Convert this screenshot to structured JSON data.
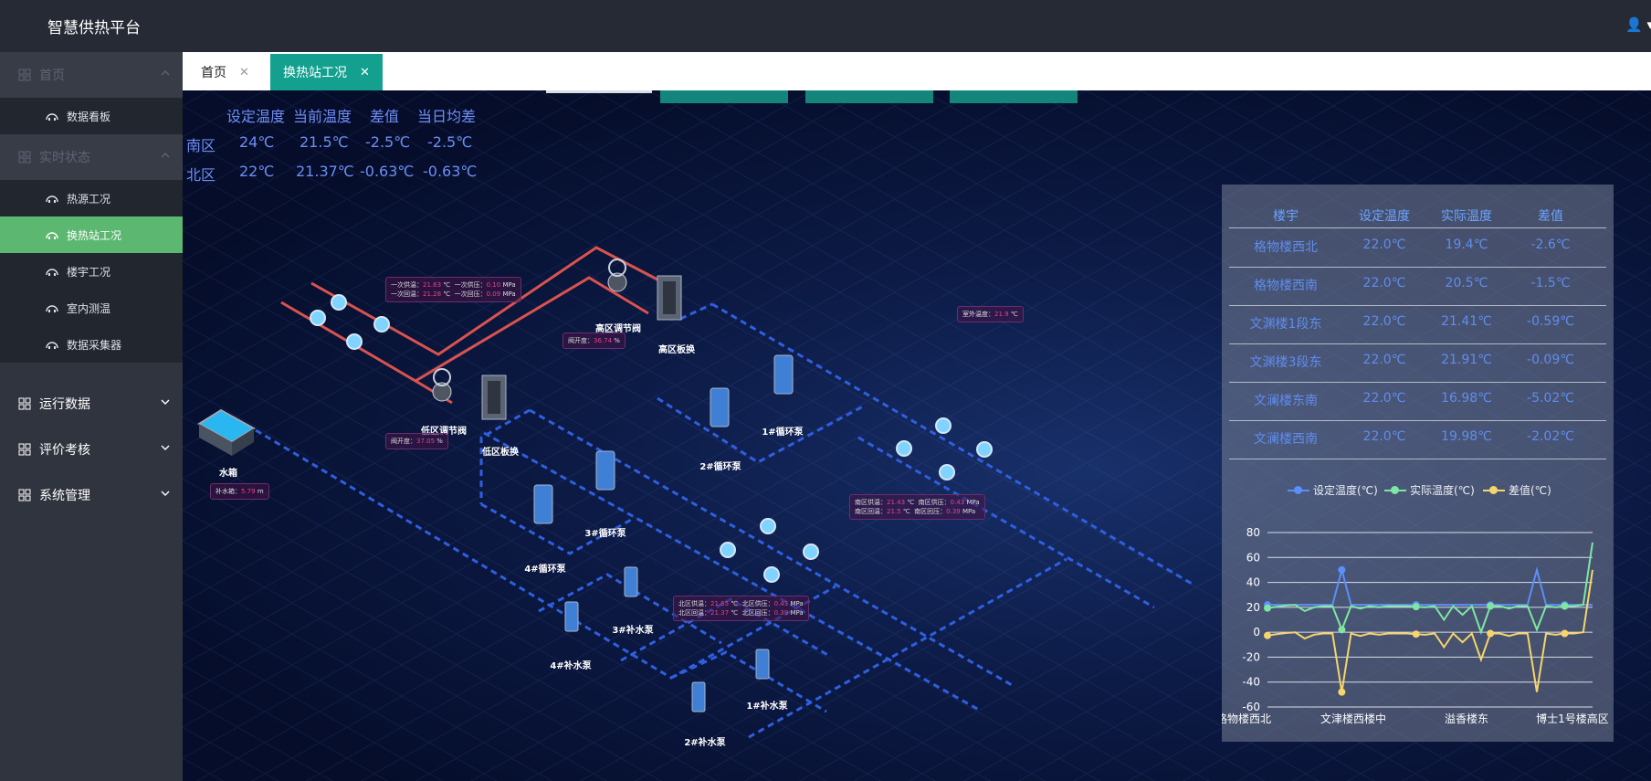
{
  "app": {
    "title": "智慧供热平台",
    "user_glyph": "👤 ▾"
  },
  "sidebar": {
    "home": "首页",
    "home_child": "数据看板",
    "realtime": "实时状态",
    "realtime_children": [
      "热源工况",
      "换热站工况",
      "楼宇工况",
      "室内测温",
      "数据采集器"
    ],
    "groups": [
      "运行数据",
      "评价考核",
      "系统管理"
    ]
  },
  "tabs": [
    {
      "label": "首页"
    },
    {
      "label": "换热站工况"
    }
  ],
  "zone_table": {
    "headers": [
      "设定温度",
      "当前温度",
      "差值",
      "当日均差"
    ],
    "rows": [
      {
        "zone": "南区",
        "set": "24℃",
        "current": "21.5℃",
        "diff": "-2.5℃",
        "avg": "-2.5℃"
      },
      {
        "zone": "北区",
        "set": "22℃",
        "current": "21.37℃",
        "diff": "-0.63℃",
        "avg": "-0.63℃"
      }
    ]
  },
  "diagram": {
    "labels": {
      "tank": "水箱",
      "low_valve": "低区调节阀",
      "low_hx": "低区板换",
      "high_valve": "高区调节阀",
      "high_hx": "高区板换",
      "p1": "1#循环泵",
      "p2": "2#循环泵",
      "p3": "3#循环泵",
      "p4": "4#循环泵",
      "m1": "1#补水泵",
      "m2": "2#补水泵",
      "m3": "3#补水泵",
      "m4": "4#补水泵"
    },
    "primary": {
      "supply_t_label": "一次供温：",
      "supply_t": "21.63",
      "return_t_label": "一次回温：",
      "return_t": "21.28",
      "supply_p_label": "一次供压：",
      "supply_p": "0.10",
      "return_p_label": "一次回压：",
      "return_p": "0.09",
      "t_unit": "℃",
      "p_unit": "MPa"
    },
    "high_valve_open": {
      "label": "阀开度：",
      "value": "36.74",
      "unit": "%"
    },
    "low_valve_open": {
      "label": "阀开度：",
      "value": "37.05",
      "unit": "%"
    },
    "tank_level": {
      "label": "补水箱：",
      "value": "5.79",
      "unit": "m"
    },
    "outdoor": {
      "label": "室外温度：",
      "value": "21.9",
      "unit": "℃"
    },
    "south": {
      "supply_t_label": "南区供温：",
      "supply_t": "21.43",
      "return_t_label": "南区回温：",
      "return_t": "21.5",
      "supply_p_label": "南区供压：",
      "supply_p": "0.43",
      "return_p_label": "南区回压：",
      "return_p": "0.39",
      "t_unit": "℃",
      "p_unit": "MPa"
    },
    "north": {
      "supply_t_label": "北区供温：",
      "supply_t": "21.85",
      "return_t_label": "北区回温：",
      "return_t": "21.37",
      "supply_p_label": "北区供压：",
      "supply_p": "0.43",
      "return_p_label": "北区回压：",
      "return_p": "0.39",
      "t_unit": "℃",
      "p_unit": "MPa"
    }
  },
  "building_table": {
    "headers": [
      "楼宇",
      "设定温度",
      "实际温度",
      "差值"
    ],
    "rows": [
      [
        "格物楼西北",
        "22.0℃",
        "19.4℃",
        "-2.6℃"
      ],
      [
        "格物楼西南",
        "22.0℃",
        "20.5℃",
        "-1.5℃"
      ],
      [
        "文渊楼1段东",
        "22.0℃",
        "21.41℃",
        "-0.59℃"
      ],
      [
        "文渊楼3段东",
        "22.0℃",
        "21.91℃",
        "-0.09℃"
      ],
      [
        "文澜楼东南",
        "22.0℃",
        "16.98℃",
        "-5.02℃"
      ],
      [
        "文澜楼西南",
        "22.0℃",
        "19.98℃",
        "-2.02℃"
      ]
    ]
  },
  "colors": {
    "set": "#5b8ff9",
    "actual": "#7de7a1",
    "diff": "#f6d56b",
    "pipe_supply": "#d9534f",
    "pipe_return": "#2f5fe0",
    "accent": "#5cb870",
    "tab_active": "#13a08f"
  },
  "chart_data": {
    "type": "line",
    "legend": [
      "设定温度(℃)",
      "实际温度(℃)",
      "差值(℃)"
    ],
    "x_tick_labels": [
      "格物楼西北",
      "文津楼西楼中",
      "溢香楼东",
      "博士1号楼高区"
    ],
    "ylim": [
      -60,
      80
    ],
    "yticks": [
      80,
      60,
      40,
      20,
      0,
      -20,
      -40,
      -60
    ],
    "n": 36,
    "series": [
      {
        "name": "设定温度(℃)",
        "values": [
          22,
          22,
          22,
          22,
          22,
          22,
          22,
          22,
          50,
          22,
          22,
          22,
          22,
          22,
          22,
          22,
          22,
          22,
          22,
          22,
          22,
          22,
          22,
          22,
          22,
          22,
          22,
          22,
          22,
          50,
          22,
          22,
          22,
          22,
          22,
          22
        ]
      },
      {
        "name": "实际温度(℃)",
        "values": [
          19.4,
          20.5,
          21.4,
          21.9,
          17,
          20,
          21,
          21,
          2,
          21,
          19,
          21,
          20,
          21,
          21,
          21,
          20.5,
          20,
          21,
          10,
          21,
          14,
          21,
          0,
          21,
          21,
          19,
          21,
          21,
          2,
          21,
          20,
          21,
          21,
          22,
          72
        ]
      },
      {
        "name": "差值(℃)",
        "values": [
          -2.6,
          -1.5,
          -0.6,
          -0.1,
          -5,
          -2,
          -1,
          -1,
          -48,
          -1,
          -3,
          -1,
          -2,
          -1,
          -1,
          -1,
          -1.5,
          -2,
          -1,
          -12,
          -1,
          -8,
          -1,
          -22,
          -1,
          -1,
          -3,
          -1,
          -1,
          -48,
          -1,
          -2,
          -1,
          -1,
          0,
          50
        ]
      }
    ],
    "markers": [
      0,
      8,
      16,
      24,
      32
    ],
    "grid": true,
    "legend_position": "top"
  }
}
